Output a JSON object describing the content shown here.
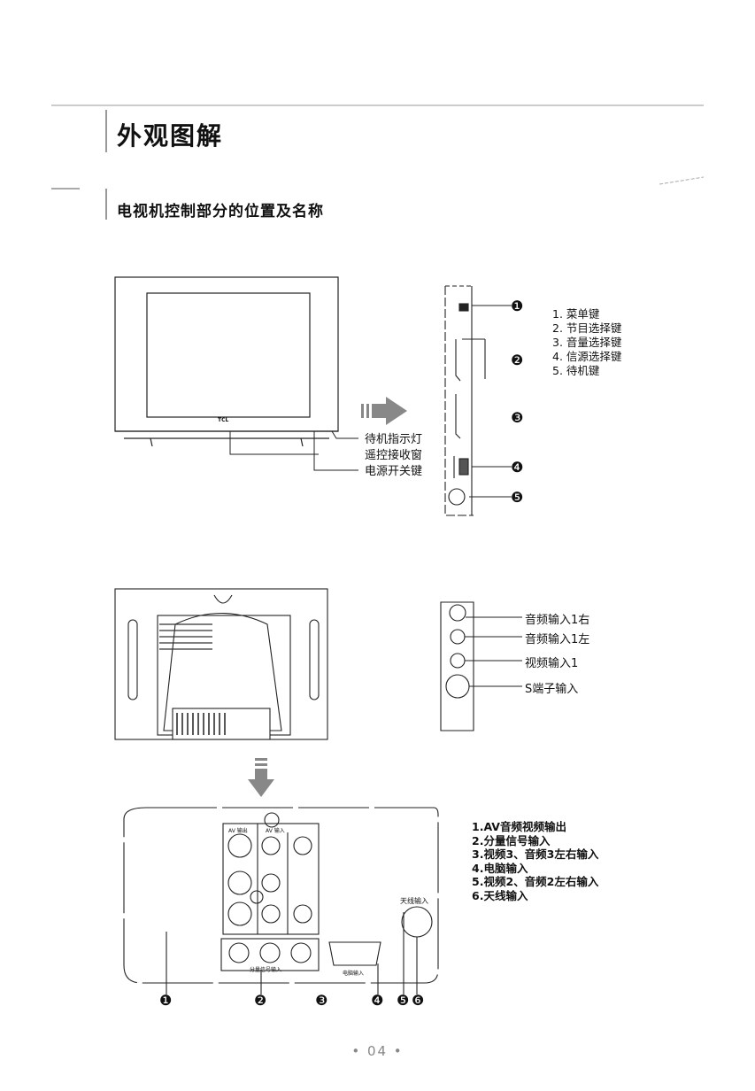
{
  "page": {
    "title": "外观图解",
    "subtitle": "电视机控制部分的位置及名称",
    "page_number": "• 04 •"
  },
  "front": {
    "tv_logo": "TCL",
    "callouts": [
      "待机指示灯",
      "遥控接收窗",
      "电源开关键"
    ],
    "panel_markers": [
      "❶",
      "❷",
      "❸",
      "❹",
      "❺"
    ],
    "panel_legend": [
      "1.  菜单键",
      "2.  节目选择键",
      "3.  音量选择键",
      "4.  信源选择键",
      "5.  待机键"
    ]
  },
  "side_av": {
    "labels": [
      "音频输入1右",
      "音频输入1左",
      "视频输入1",
      "S端子输入"
    ]
  },
  "rear": {
    "panel_labels": {
      "av_out": "AV 输出",
      "av_in": "AV 输入",
      "component": "分量信号输入",
      "pc": "电脑输入",
      "antenna": "天线输入"
    },
    "markers": [
      "❶",
      "❷",
      "❸",
      "❹",
      "❺",
      "❻"
    ],
    "legend": [
      "1.AV音频视频输出",
      "2.分量信号输入",
      "3.视频3、音频3左右输入",
      "4.电脑输入",
      "5.视频2、音频2左右输入",
      "6.天线输入"
    ]
  }
}
